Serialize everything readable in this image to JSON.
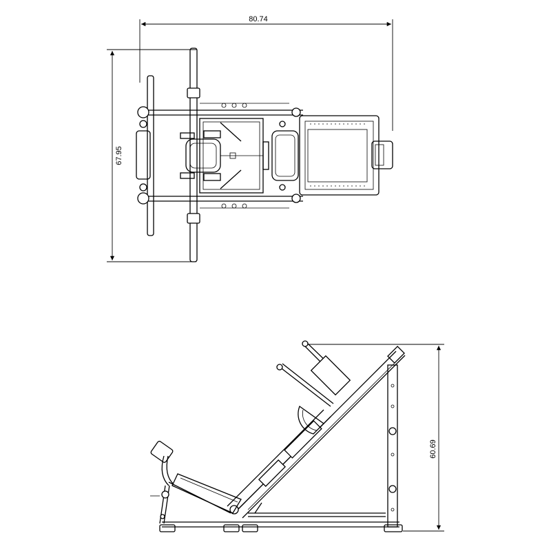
{
  "dimensions": {
    "width": "80.74",
    "depth": "67.95",
    "height": "60.69"
  }
}
